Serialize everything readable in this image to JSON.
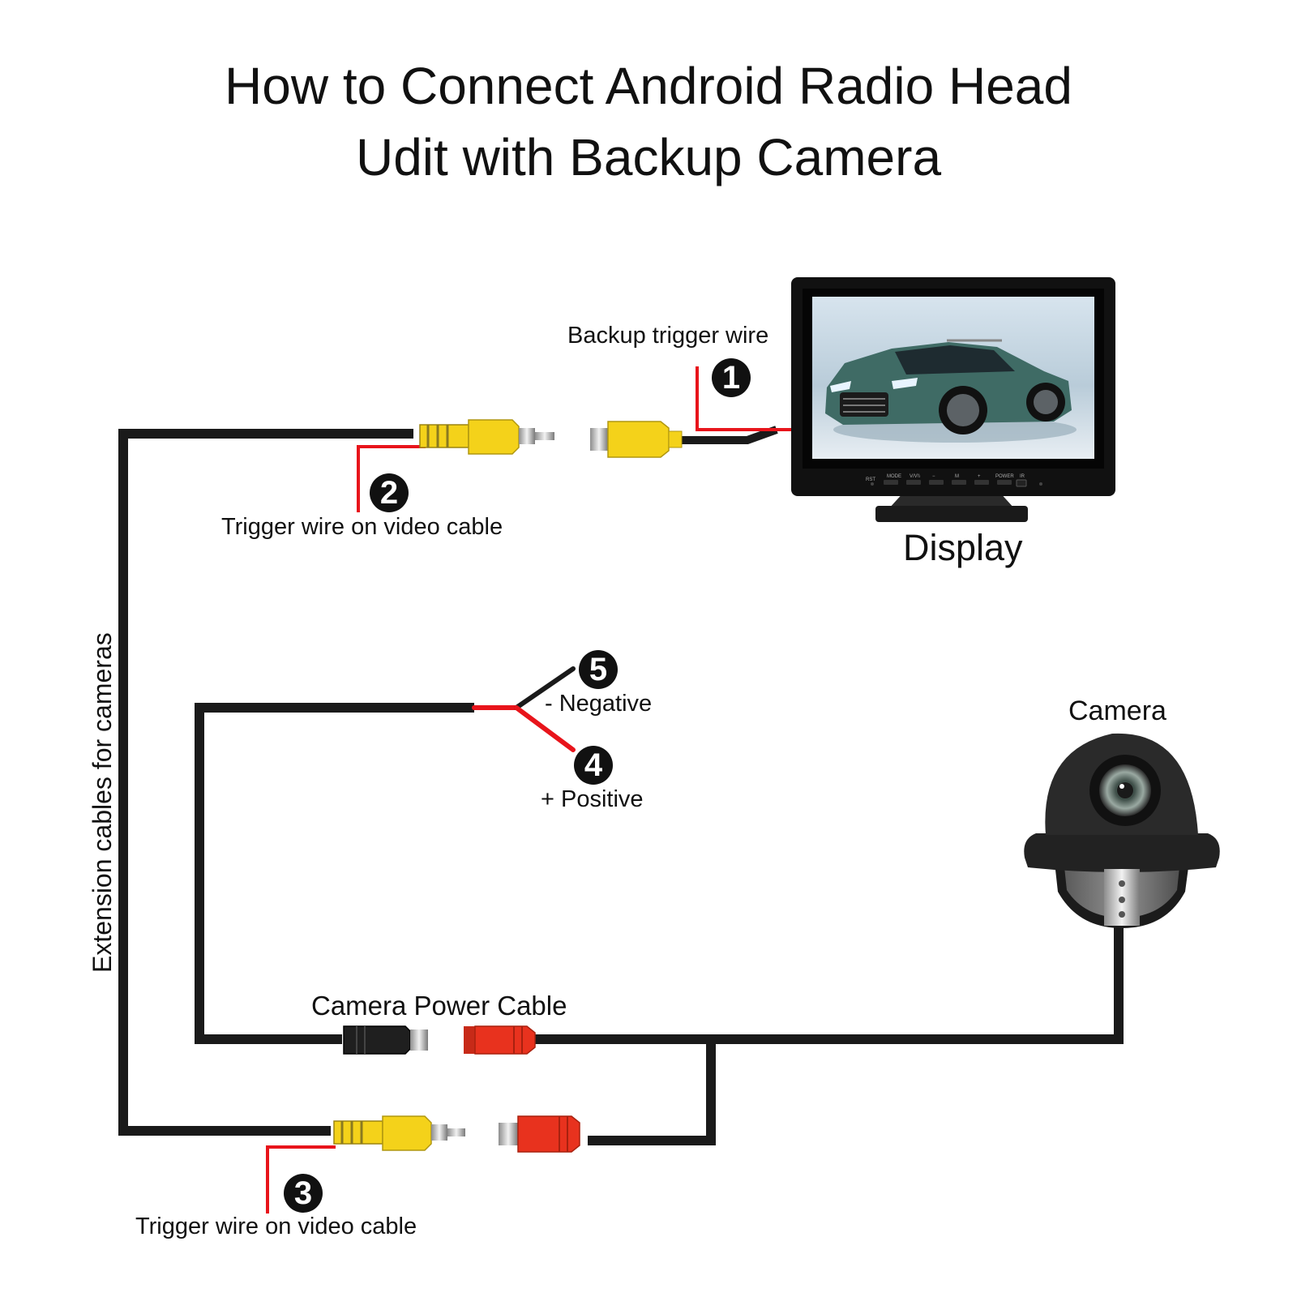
{
  "title": {
    "line1": "How to Connect Android Radio Head",
    "line2": "Udit with Backup Camera"
  },
  "display": {
    "label": "Display",
    "buttons": [
      "RST",
      "MODE",
      "V/V\\\\",
      "−",
      "M",
      "+",
      "POWER",
      "IR"
    ]
  },
  "camera": {
    "label": "Camera"
  },
  "labels": {
    "backup_trigger": "Backup trigger wire",
    "trigger_video_top": "Trigger wire on video cable",
    "trigger_video_bottom": "Trigger wire on video cable",
    "negative": "- Negative",
    "positive": "+ Positive",
    "power_cable": "Camera Power Cable",
    "extension": "Extension cables for cameras"
  },
  "badges": {
    "b1": "1",
    "b2": "2",
    "b3": "3",
    "b4": "4",
    "b5": "5"
  },
  "colors": {
    "cable": "#1a1a1a",
    "red_wire": "#e8141b",
    "rca_yellow": "#f4d21a",
    "rca_red": "#e8321e",
    "screen_sky": "#c9dbe8",
    "car_body": "#3f6b65"
  }
}
